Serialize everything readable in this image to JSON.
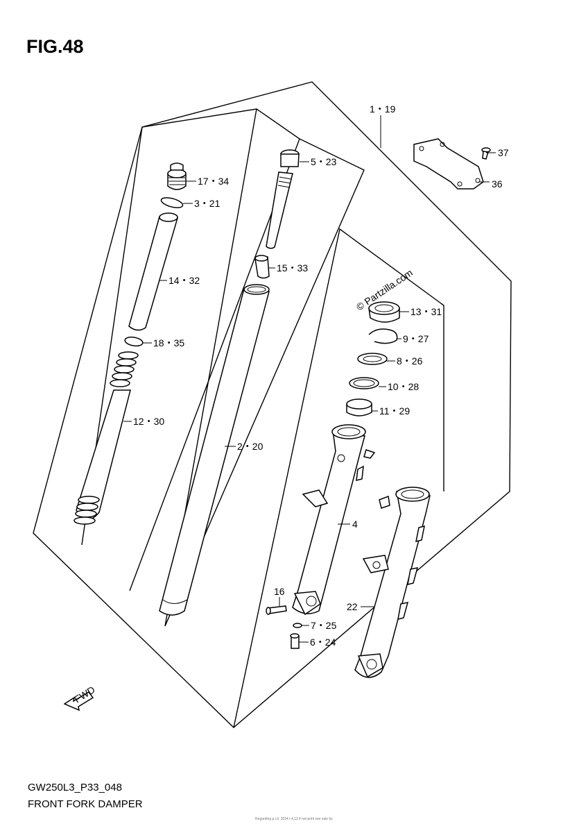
{
  "header": {
    "fig_label": "FIG.48"
  },
  "footer": {
    "model_code": "GW250L3_P33_048",
    "diagram_title": "FRONT FORK DAMPER",
    "note": "Regarding p.i.d. 2024 r.4,12 if not print see sale by"
  },
  "watermark": "© Partzilla.com",
  "fwd_label": "FWD",
  "callouts": {
    "c1_19": "1・19",
    "c37": "37",
    "c36": "36",
    "c5_23": "5・23",
    "c17_34": "17・34",
    "c3_21": "3・21",
    "c14_32": "14・32",
    "c15_33": "15・33",
    "c13_31": "13・31",
    "c9_27": "9・27",
    "c8_26": "8・26",
    "c10_28": "10・28",
    "c11_29": "11・29",
    "c18_35": "18・35",
    "c12_30": "12・30",
    "c2_20": "2・20",
    "c4": "4",
    "c16": "16",
    "c22": "22",
    "c7_25": "7・25",
    "c6_24": "6・24"
  }
}
